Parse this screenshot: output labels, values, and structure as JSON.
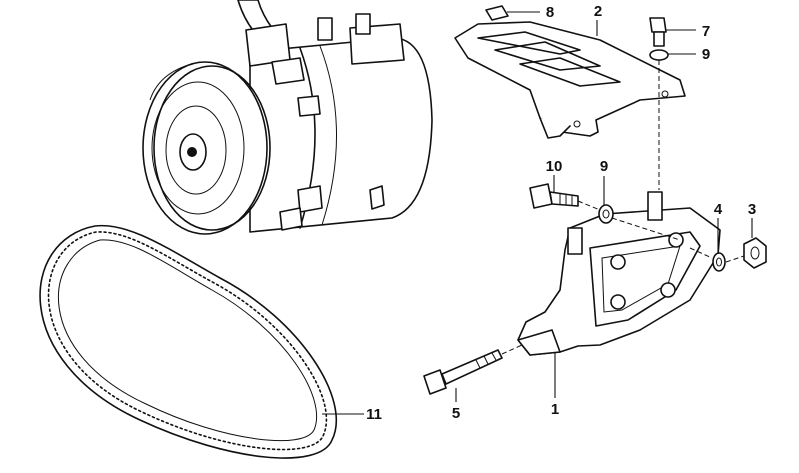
{
  "callouts": [
    {
      "id": "part-1",
      "label": "1"
    },
    {
      "id": "part-2",
      "label": "2"
    },
    {
      "id": "part-3",
      "label": "3"
    },
    {
      "id": "part-4",
      "label": "4"
    },
    {
      "id": "part-5",
      "label": "5"
    },
    {
      "id": "part-7",
      "label": "7"
    },
    {
      "id": "part-8",
      "label": "8"
    },
    {
      "id": "part-9a",
      "label": "9"
    },
    {
      "id": "part-9b",
      "label": "9"
    },
    {
      "id": "part-10",
      "label": "10"
    },
    {
      "id": "part-11",
      "label": "11"
    }
  ]
}
